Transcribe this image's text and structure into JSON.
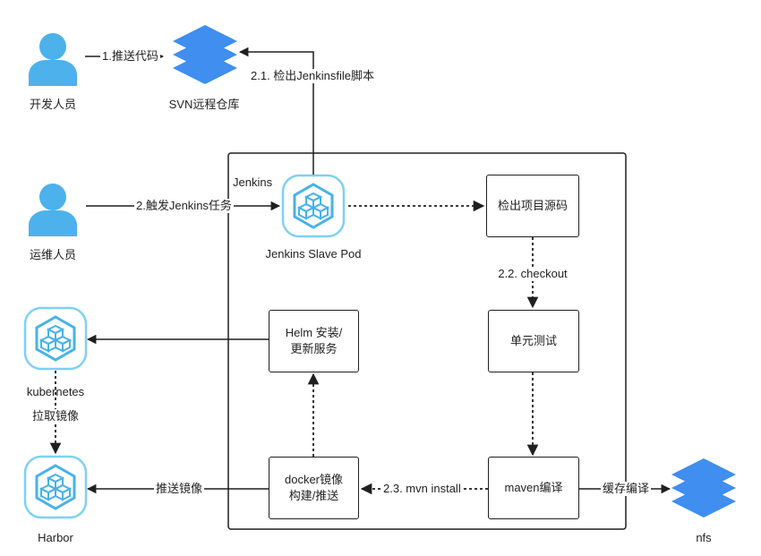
{
  "colors": {
    "person": "#4db1ec",
    "stack": "#3f8ef0",
    "k8s_border": "#7fd0f5",
    "k8s_fill": "#ffffff",
    "cube": "#47b2e8",
    "line": "#1f1f1f"
  },
  "actors": {
    "developer": "开发人员",
    "ops": "运维人员"
  },
  "repos": {
    "svn": "SVN远程仓库",
    "nfs": "nfs"
  },
  "clusters": {
    "kubernetes": "kubernetes",
    "harbor": "Harbor"
  },
  "jenkins": {
    "container_label": "Jenkins",
    "slave_pod": "Jenkins Slave Pod"
  },
  "steps": {
    "checkout_source": "检出项目源码",
    "unit_test": "单元测试",
    "maven_build": "maven编译",
    "docker_build_line1": "docker镜像",
    "docker_build_line2": "构建/推送",
    "helm_line1": "Helm 安装/",
    "helm_line2": "更新服务"
  },
  "edges": {
    "push_code": "1.推送代码",
    "trigger": "2.触发Jenkins任务",
    "checkout_jenkinsfile": "2.1. 检出Jenkinsfile脚本",
    "checkout": "2.2. checkout",
    "mvn_install": "2.3. mvn install",
    "cache_build": "缓存编译",
    "push_image": "推送镜像",
    "pull_image": "拉取镜像"
  }
}
